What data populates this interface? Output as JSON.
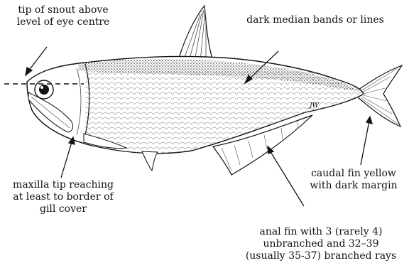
{
  "annotations": {
    "snout": [
      "tip of snout above",
      "level of eye centre"
    ],
    "median_bands": [
      "dark median bands or lines"
    ],
    "maxilla": [
      "maxilla tip reaching",
      "at least to border of",
      "gill cover"
    ],
    "caudal_fin": [
      "caudal fin yellow",
      "with dark margin"
    ],
    "anal_fin": [
      "anal fin with 3 (rarely 4)",
      "unbranched and 32–39",
      "(usually 35-37) branched rays"
    ]
  },
  "artist_initials": "JW",
  "colors": {
    "ink": "#111111",
    "background": "#ffffff"
  }
}
